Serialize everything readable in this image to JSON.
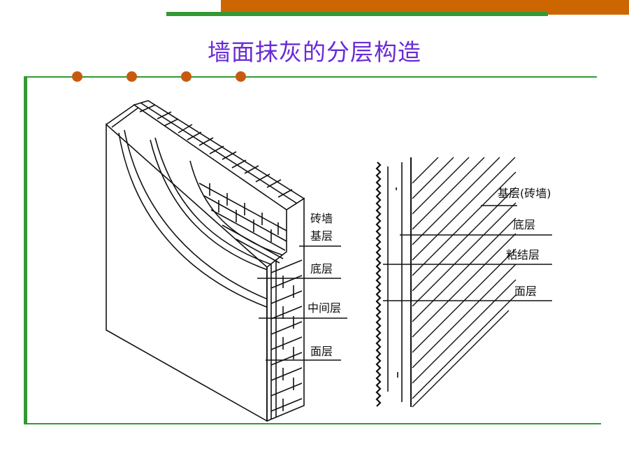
{
  "title": "墙面抹灰的分层构造",
  "colors": {
    "title": "#6a2bd6",
    "frame": "#339933",
    "accent_bar": "#cc6600",
    "dots": "#c85a10"
  },
  "left_view": {
    "labels": {
      "brick_wall_line1": "砖墙",
      "brick_wall_line2": "基层",
      "base_coat": "底层",
      "middle_coat": "中间层",
      "finish_coat": "面层"
    }
  },
  "right_view": {
    "labels": {
      "substrate": "基层(砖墙)",
      "base_coat": "底层",
      "bonding_coat": "粘结层",
      "finish_coat": "面层"
    }
  }
}
